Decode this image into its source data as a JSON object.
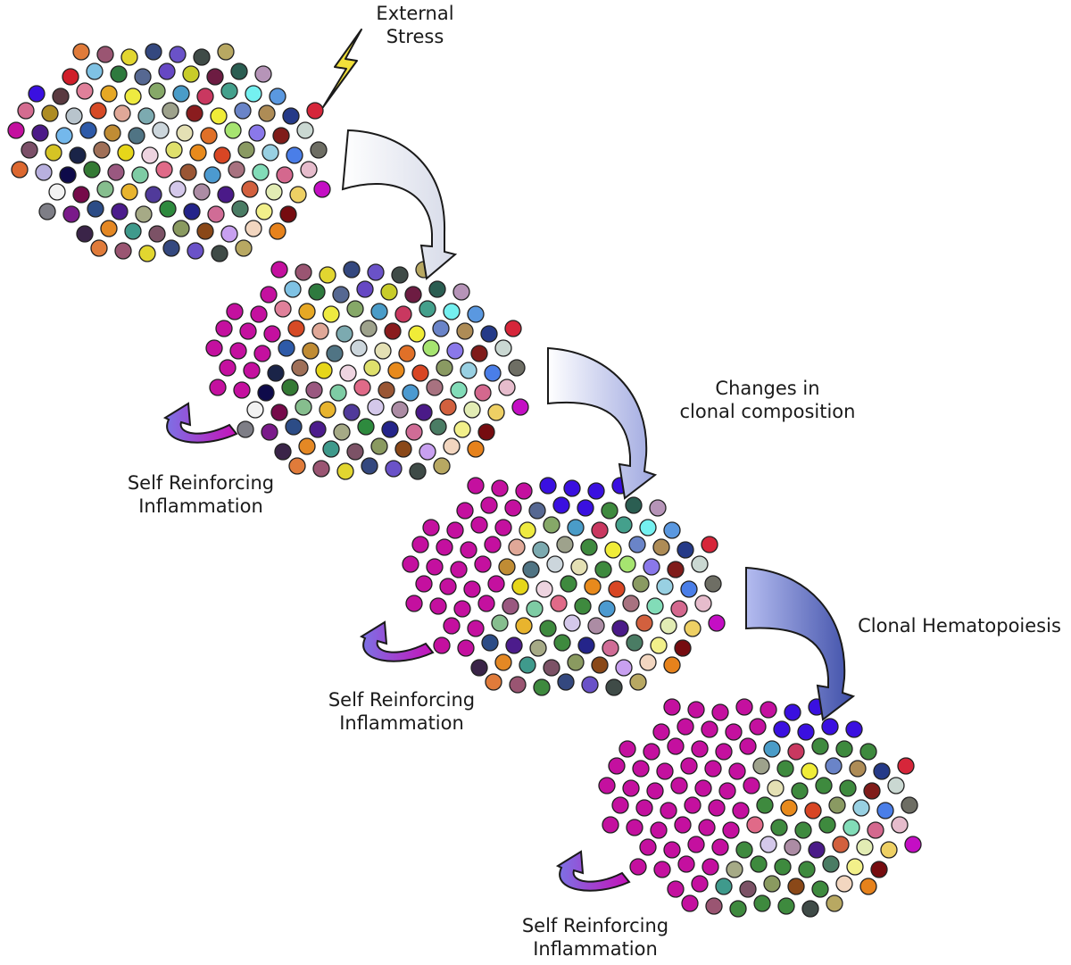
{
  "labels": {
    "external_stress": [
      "External",
      "Stress"
    ],
    "changes": [
      "Changes in",
      "clonal composition"
    ],
    "clonal_hematopoiesis": "Clonal Hematopoiesis",
    "self_reinforcing": [
      "Self Reinforcing",
      "Inflammation"
    ]
  },
  "colors": {
    "magenta_clone": "#c4109f",
    "green_clone": "#3e8a3e",
    "blue_clone": "#3a10e0",
    "dot_outline": "#222222",
    "bolt_fill": "#f2e13a",
    "arrow1_gradient": [
      "#ffffff",
      "#d6dae8"
    ],
    "arrow2_gradient": [
      "#ffffff",
      "#9fa8e0"
    ],
    "arrow3_gradient": [
      "#b4bcf0",
      "#3f4fa8"
    ],
    "loop_arrow_gradient": [
      "#7b73e6",
      "#c611b8"
    ]
  },
  "stages": [
    {
      "name": "stage-1-polyclonal",
      "magenta_count": 1,
      "green_count": 0,
      "blue_count": 0,
      "has_loop": false
    },
    {
      "name": "stage-2",
      "magenta_count": 14,
      "green_count": 0,
      "blue_count": 0,
      "has_loop": true
    },
    {
      "name": "stage-3",
      "magenta_count": 30,
      "green_count": 8,
      "blue_count": 6,
      "has_loop": true
    },
    {
      "name": "stage-4-clonal",
      "magenta_count": 52,
      "green_count": 20,
      "blue_count": 9,
      "has_loop": true
    }
  ],
  "palette": [
    "#e07b3a",
    "#9a5572",
    "#e2d630",
    "#34487f",
    "#6a52c8",
    "#3f4b47",
    "#b8a862",
    "#d01e2a",
    "#7fc2e4",
    "#2e7a3e",
    "#566892",
    "#6648c4",
    "#c8cc2a",
    "#6d1c42",
    "#2b5e52",
    "#b694b8",
    "#3a10e0",
    "#5a3a40",
    "#e0809a",
    "#e6a825",
    "#eeea40",
    "#86a868",
    "#4a9cc8",
    "#c93860",
    "#44a08c",
    "#74f0f0",
    "#5a98e0",
    "#d46c90",
    "#ae8c22",
    "#b8c4cc",
    "#d64a26",
    "#e0a898",
    "#7caab0",
    "#9ea28c",
    "#8a1c1e",
    "#f0ec38",
    "#6a84c8",
    "#ae8c56",
    "#253a88",
    "#d6263a",
    "#e0d2b8",
    "#4c1a88",
    "#74b8ec",
    "#2e5aa8",
    "#c08c34",
    "#507484",
    "#ccd6dc",
    "#e4e0b4",
    "#e07028",
    "#a6e470",
    "#8a78ea",
    "#801c1a",
    "#cad8d2",
    "#7c5068",
    "#d6c424",
    "#1a2448",
    "#a07058",
    "#e6d61a",
    "#eed4e0",
    "#dfe06c",
    "#e88a1c",
    "#d84624",
    "#8a9a62",
    "#98d0e2",
    "#4a7ee8",
    "#6e6e64",
    "#dc6830",
    "#b8b0de",
    "#0e0a4a",
    "#347a34",
    "#9a5880",
    "#7ecca4",
    "#e06a88",
    "#9a5634",
    "#4c9ad0",
    "#a87280",
    "#82dcb8",
    "#d4688e",
    "#e6bccc",
    "#f2f2f2",
    "#760a4a",
    "#86be8e",
    "#e8b42e",
    "#503a9a",
    "#d4c8ea",
    "#ac8ca4",
    "#4a1a88",
    "#d2603e",
    "#e2ecb4",
    "#eed064",
    "#c40ec4",
    "#7e7e86",
    "#7a1a8a",
    "#2c4c86",
    "#4c1c8c",
    "#a6aa86",
    "#2e8a3e",
    "#24248a",
    "#d06c96",
    "#4a7c64",
    "#f2f08a",
    "#760c10",
    "#3a2448",
    "#e48824",
    "#3f9a8c",
    "#7c5266",
    "#8a9a60",
    "#8a4818",
    "#c8a0f0",
    "#f2d6c0",
    "#e6821c"
  ]
}
